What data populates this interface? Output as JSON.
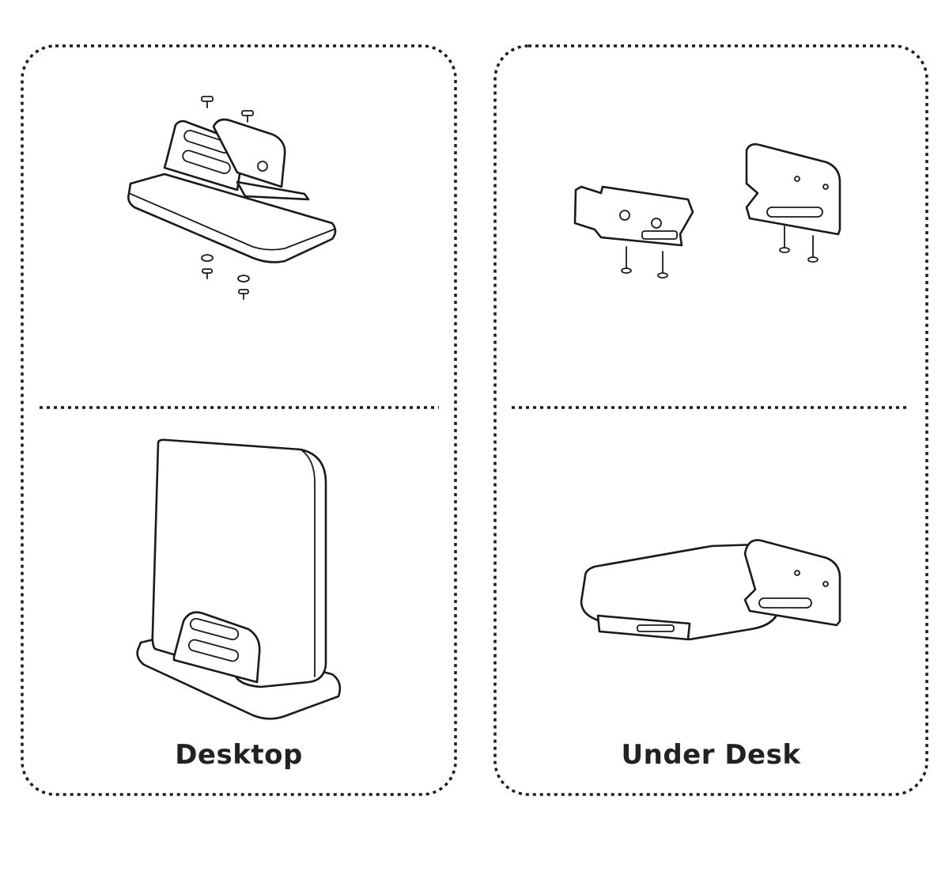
{
  "panels": [
    {
      "id": "desktop",
      "label": "Desktop"
    },
    {
      "id": "under-desk",
      "label": "Under Desk"
    }
  ]
}
